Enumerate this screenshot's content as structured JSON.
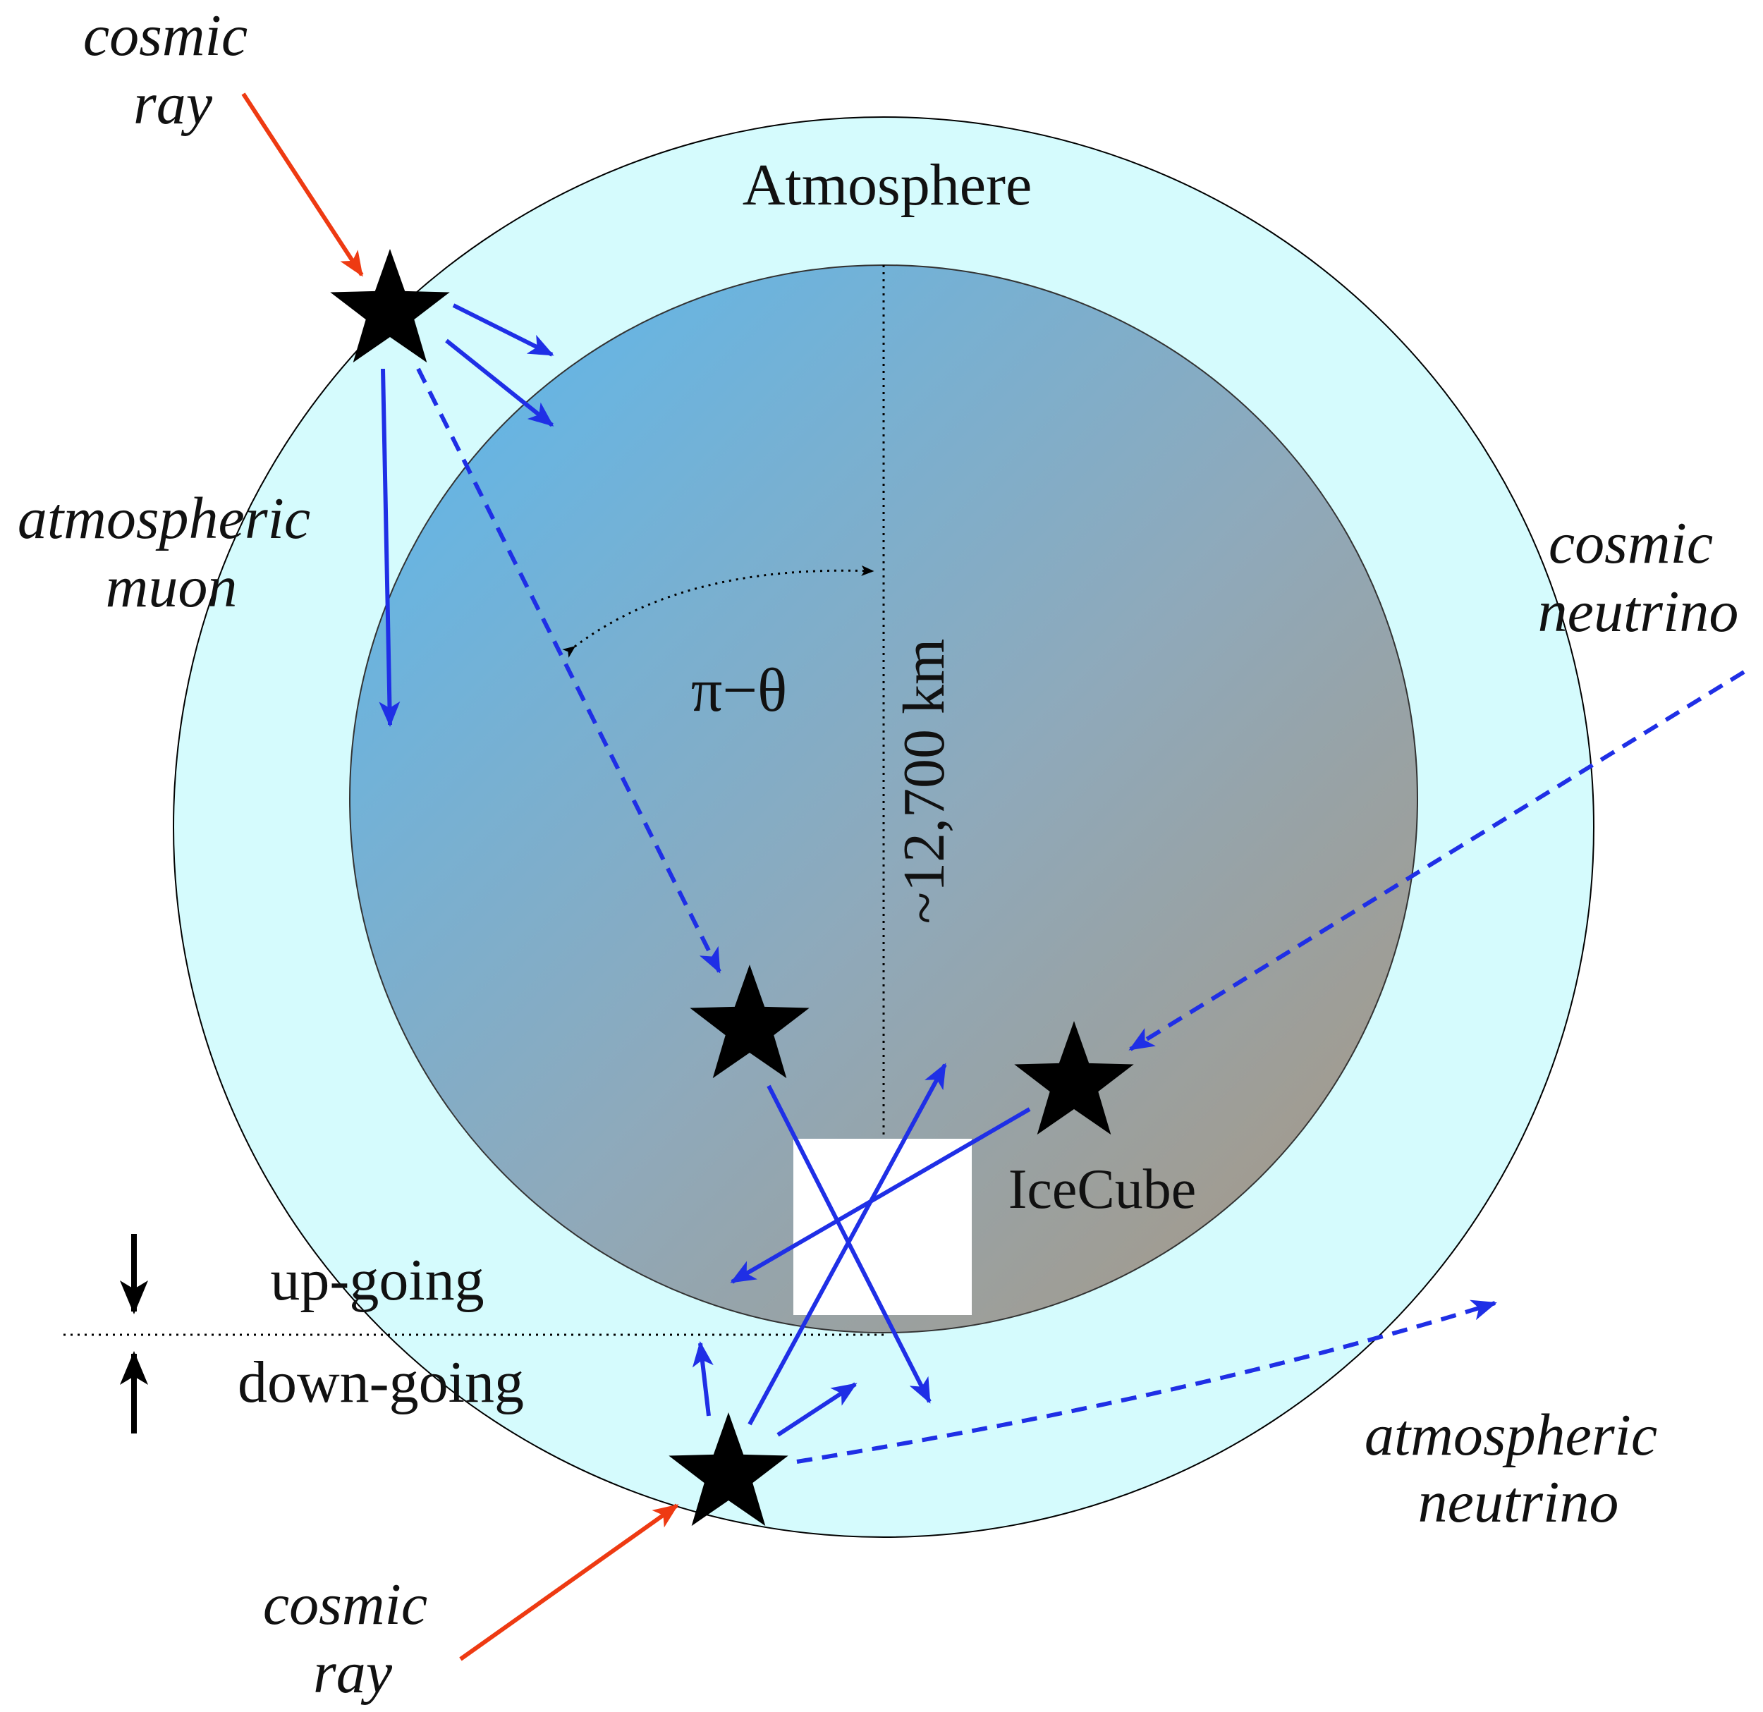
{
  "labels": {
    "cosmic_ray_top": [
      "cosmic",
      "ray"
    ],
    "atmosphere": "Atmosphere",
    "atmospheric_muon": [
      "atmospheric",
      "muon"
    ],
    "cosmic_neutrino": [
      "cosmic",
      "neutrino"
    ],
    "angle": "π−θ",
    "diameter": "~12,700 km",
    "icecube": "IceCube",
    "up_going": "up-going",
    "down_going": "down-going",
    "atmospheric_neutrino": [
      "atmospheric",
      "neutrino"
    ],
    "cosmic_ray_bottom": [
      "cosmic",
      "ray"
    ]
  },
  "colors": {
    "atmosphere_fill": "#d5fbfd",
    "earth_gradient_start": "#5fb9ee",
    "earth_gradient_end": "#a3998a",
    "neutrino_arrow": "#1f2fe6",
    "cosmic_ray_arrow": "#ee3a12",
    "star": "#000000",
    "detector_box": "#ffffff"
  }
}
